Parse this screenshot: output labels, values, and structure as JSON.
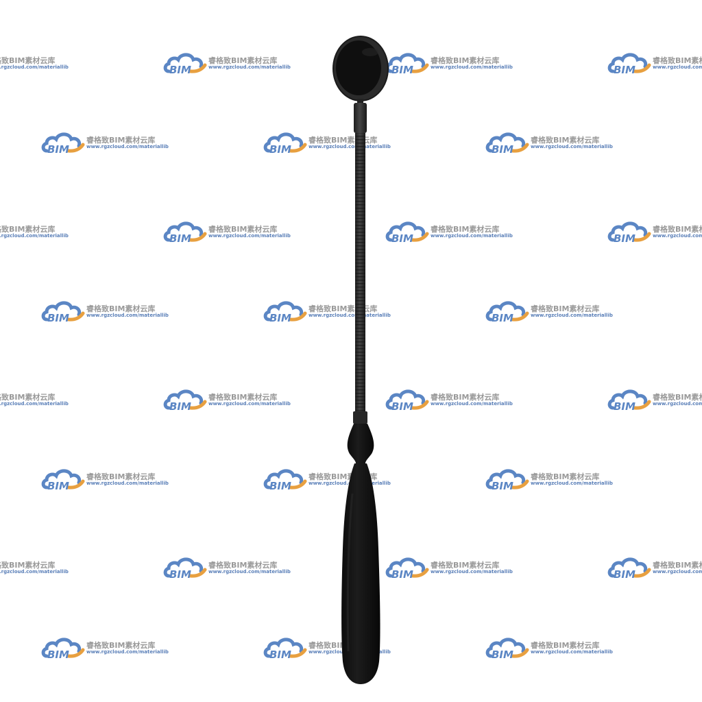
{
  "watermark": {
    "brand_mark": "BIM",
    "title": "睿格致BIM素材云库",
    "url": "www.rgzcloud.com/materiallib",
    "colors": {
      "cloud_blue": "#5b86c4",
      "arc_orange": "#e8a040",
      "title_gray": "#9a9a9a"
    }
  },
  "object": {
    "name": "inspection-mirror",
    "colors": {
      "body": "#121212",
      "rim": "#2a2a2a",
      "shaft": "#2f2f2f",
      "highlight": "#3c3c3c"
    }
  }
}
